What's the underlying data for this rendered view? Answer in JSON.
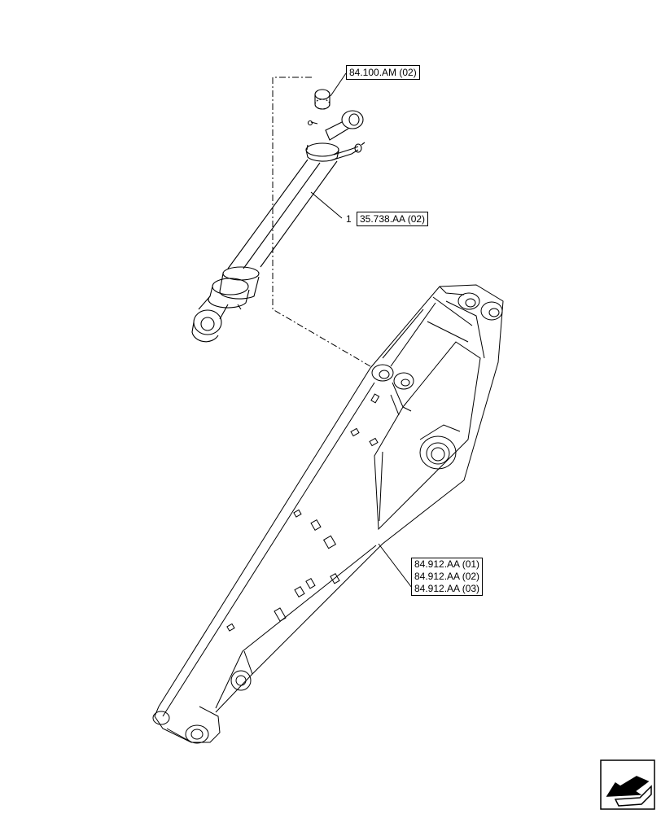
{
  "callouts": {
    "top_ref": "84.100.AM (02)",
    "cylinder_item_number": "1",
    "cylinder_ref": "35.738.AA (02)",
    "boom_refs": [
      "84.912.AA (01)",
      "84.912.AA (02)",
      "84.912.AA (03)"
    ]
  },
  "icons": {
    "corner": "navigation-arrow-icon"
  },
  "colors": {
    "line": "#000000",
    "background": "#ffffff"
  }
}
